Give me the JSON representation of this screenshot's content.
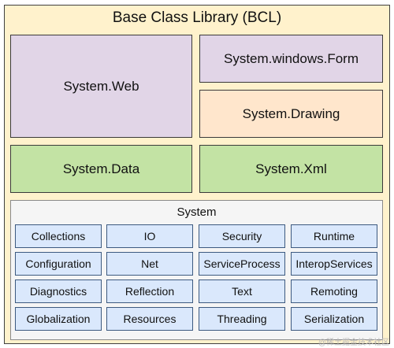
{
  "title": "Base Class Library (BCL)",
  "top_blocks": {
    "web": "System.Web",
    "winform": "System.windows.Form",
    "drawing": "System.Drawing",
    "data": "System.Data",
    "xml": "System.Xml"
  },
  "system": {
    "label": "System",
    "rows": [
      [
        "Collections",
        "IO",
        "Security",
        "Runtime"
      ],
      [
        "Configuration",
        "Net",
        "ServiceProcess",
        "InteropServices"
      ],
      [
        "Diagnostics",
        "Reflection",
        "Text",
        "Remoting"
      ],
      [
        "Globalization",
        "Resources",
        "Threading",
        "Serialization"
      ]
    ]
  },
  "watermark": "@稀土掘金技术社区",
  "colors": {
    "outer_fill": "#fff2cc",
    "purple": "#e1d5e7",
    "peach": "#ffe6cc",
    "green": "#c3e3a4",
    "light_blue": "#dae8fc",
    "system_panel": "#f5f5f5"
  }
}
